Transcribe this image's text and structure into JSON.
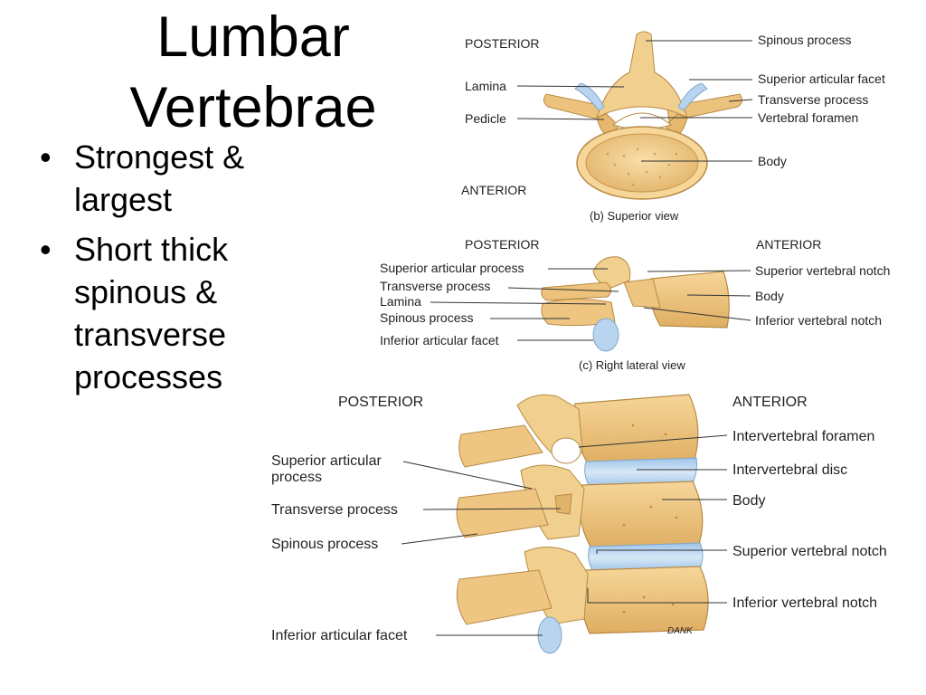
{
  "slide": {
    "title_line1": "Lumbar",
    "title_line2": "Vertebrae",
    "bullets": [
      "Strongest & largest",
      "Short thick spinous & transverse processes"
    ]
  },
  "figure_b": {
    "orientation_top": "POSTERIOR",
    "orientation_bottom": "ANTERIOR",
    "caption": "(b) Superior view",
    "labels_left": [
      "Lamina",
      "Pedicle"
    ],
    "labels_right": [
      "Spinous process",
      "Superior articular facet",
      "Transverse process",
      "Vertebral foramen",
      "Body"
    ]
  },
  "figure_c": {
    "orientation_left": "POSTERIOR",
    "orientation_right": "ANTERIOR",
    "caption": "(c) Right lateral view",
    "labels_left": [
      "Superior articular process",
      "Transverse process",
      "Lamina",
      "Spinous process",
      "Inferior articular facet"
    ],
    "labels_right": [
      "Superior vertebral notch",
      "Body",
      "Inferior vertebral notch"
    ]
  },
  "figure_d": {
    "orientation_left": "POSTERIOR",
    "orientation_right": "ANTERIOR",
    "artist_mark": "DANK",
    "labels_left": [
      "Superior articular process",
      "Transverse process",
      "Spinous process",
      "Inferior articular facet"
    ],
    "labels_right": [
      "Intervertebral foramen",
      "Intervertebral disc",
      "Body",
      "Superior vertebral notch",
      "Inferior vertebral notch"
    ]
  },
  "colors": {
    "bone": "#f1cf8e",
    "bone_dark": "#d9a85a",
    "bone_outline": "#b78a45",
    "cartilage": "#b8d4ee",
    "leader_line": "#333333"
  }
}
